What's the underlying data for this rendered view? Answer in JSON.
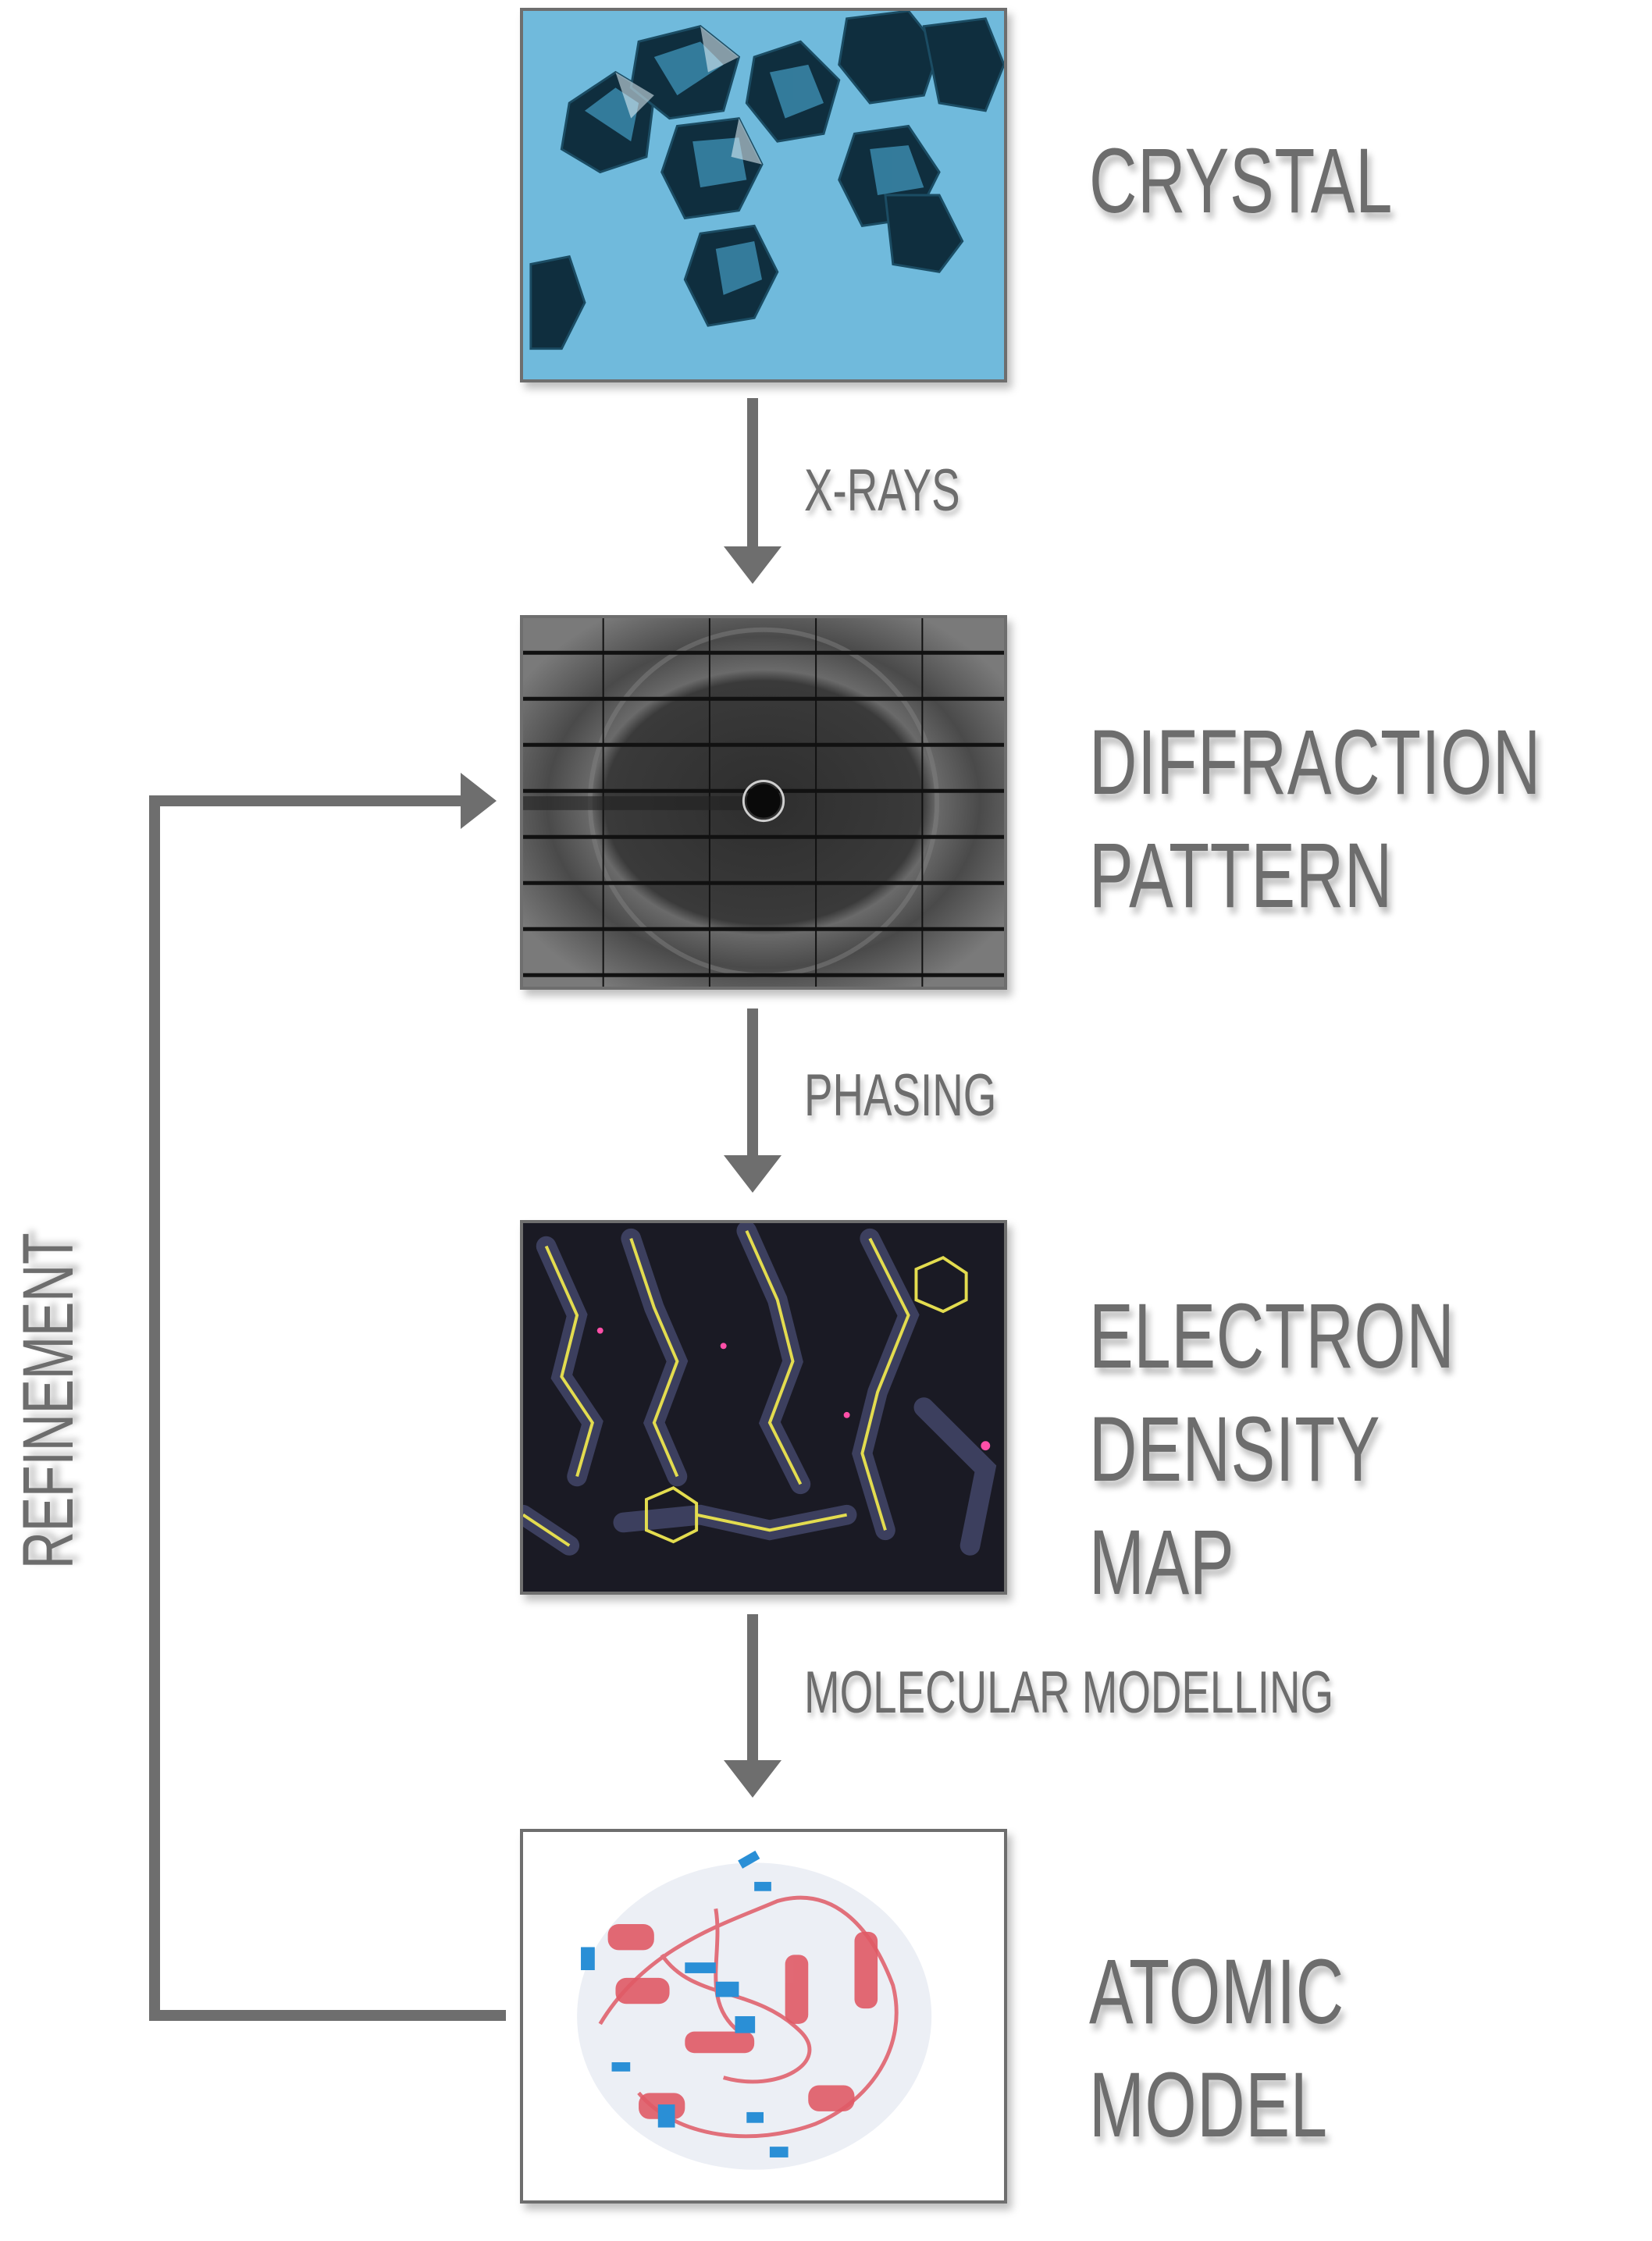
{
  "stages": [
    {
      "id": "crystal",
      "label": "CRYSTAL"
    },
    {
      "id": "diffraction",
      "label": "DIFFRACTION\nPATTERN"
    },
    {
      "id": "density",
      "label": "ELECTRON\nDENSITY MAP"
    },
    {
      "id": "model",
      "label": "ATOMIC MODEL"
    }
  ],
  "steps": {
    "xrays": "X-RAYS",
    "phasing": "PHASING",
    "modelling": "MOLECULAR MODELLING"
  },
  "loop": {
    "label": "REFINEMENT"
  },
  "colors": {
    "text": "#6d6d6d",
    "arrow": "#6e6e6e",
    "crystal_bg": "#7cc2df",
    "diffraction_bg": "#3a3a3a",
    "density_bg": "#1a1a24",
    "ribbon": "#e05a66",
    "ligand": "#2a8fd6"
  }
}
